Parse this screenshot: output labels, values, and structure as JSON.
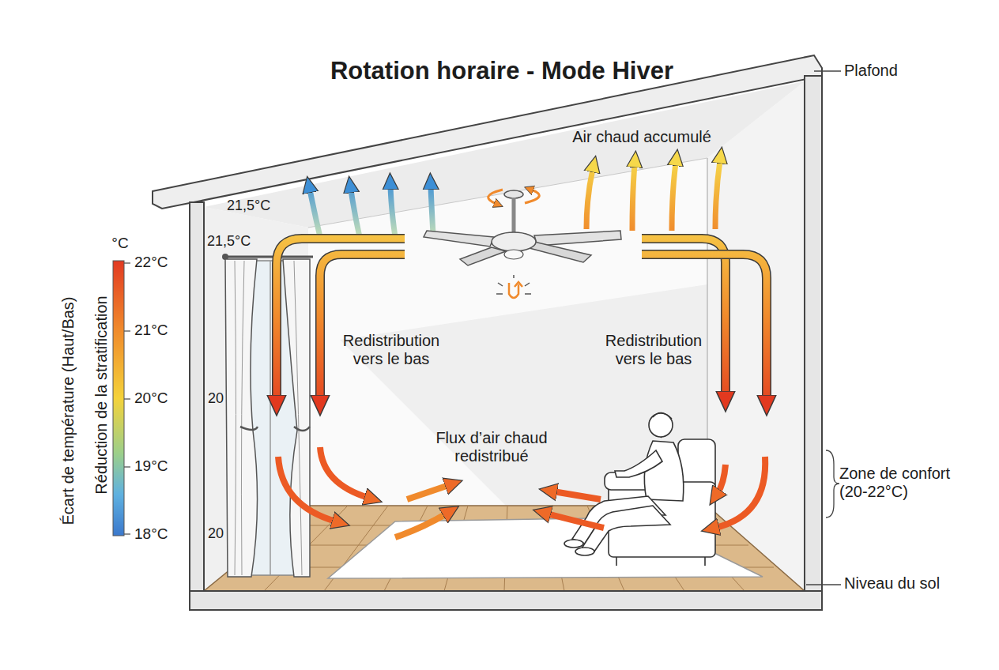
{
  "diagram": {
    "title": "Rotation horaire - Mode Hiver",
    "labels": [
      "Plafond",
      "Air chaud accumulé",
      "21,5°C",
      "21,5°C",
      "°C",
      "22°C",
      "21°C",
      "20°C",
      "19°C",
      "18°C",
      "Écart de température (Haut/Bas)",
      "Réduction de la stratification",
      "20",
      "20",
      "Redistribution vers le bas",
      "Redistribution vers le bas",
      "Flux d’air chaud redistribué",
      "Zone de confort (20-22°C)",
      "Niveau du sol"
    ]
  }
}
